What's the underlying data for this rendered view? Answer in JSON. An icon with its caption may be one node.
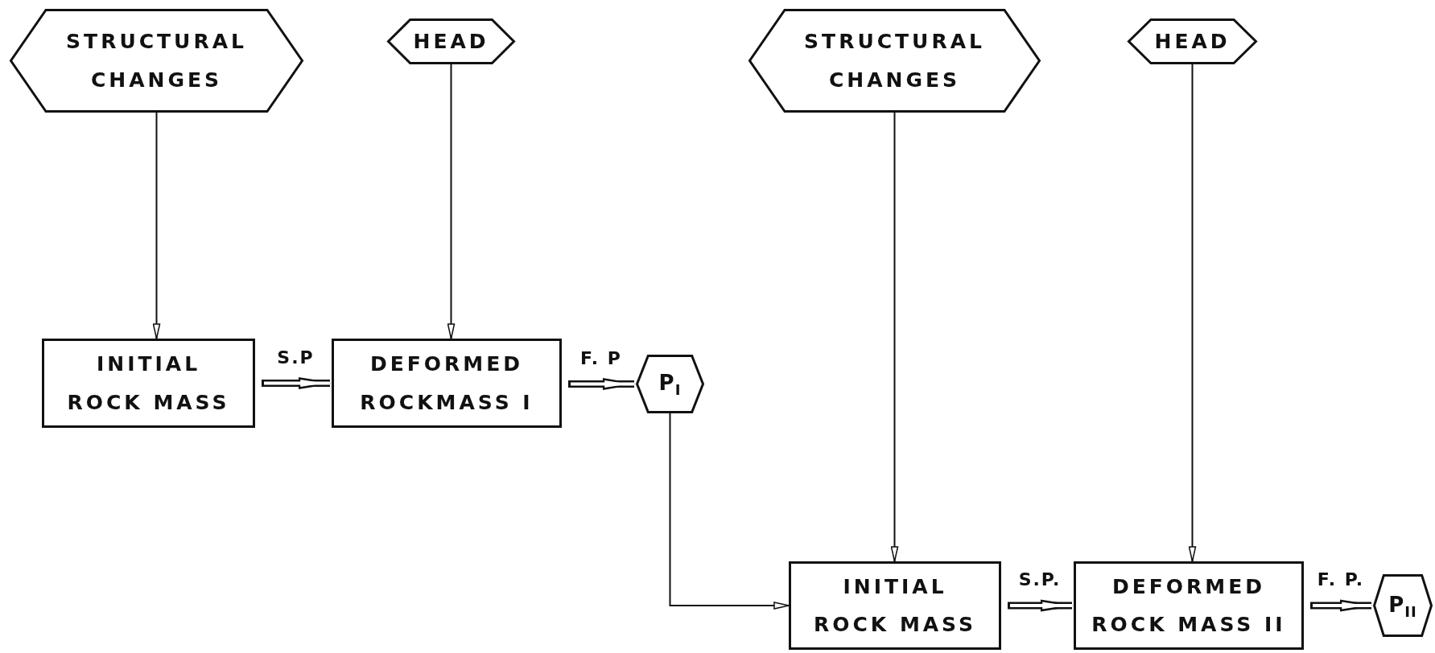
{
  "diagram": {
    "nodes": [
      {
        "text": [
          "STRUCTURAL CHANGES"
        ]
      },
      {
        "text": [
          "HEAD"
        ]
      },
      {
        "text": [
          "INITIAL ROCK MASS"
        ]
      },
      {
        "text": [
          "DEFORMED ROCKMASS I"
        ]
      },
      {
        "text": [
          "P$_{I}$"
        ]
      },
      {
        "text": [
          "STRUCTURAL CHANGES"
        ]
      },
      {
        "text": [
          "HEAD"
        ]
      },
      {
        "text": [
          "INITIAL ROCK MASS"
        ]
      },
      {
        "text": [
          "DEFORMED ROCK MASS II"
        ]
      },
      {
        "text": [
          "P$_{II}$"
        ]
      }
    ],
    "edges": [
      {
        "from": 0,
        "to": 2,
        "arrow": "to"
      },
      {
        "from": 1,
        "to": 3,
        "arrow": "to"
      },
      {
        "from": 2,
        "to": 3,
        "arrow": "to",
        "label": "S.P",
        "style": "thick"
      },
      {
        "from": 3,
        "to": 4,
        "arrow": "to",
        "label": "F. P",
        "style": "thick"
      },
      {
        "from": 4,
        "to": 7,
        "arrow": "to"
      },
      {
        "from": 5,
        "to": 7,
        "arrow": "to"
      },
      {
        "from": 6,
        "to": 8,
        "arrow": "to"
      },
      {
        "from": 7,
        "to": 8,
        "arrow": "to",
        "label": "S.P.",
        "style": "thick"
      },
      {
        "from": 8,
        "to": 9,
        "arrow": "to",
        "label": "F. P.",
        "style": "thick"
      }
    ]
  }
}
